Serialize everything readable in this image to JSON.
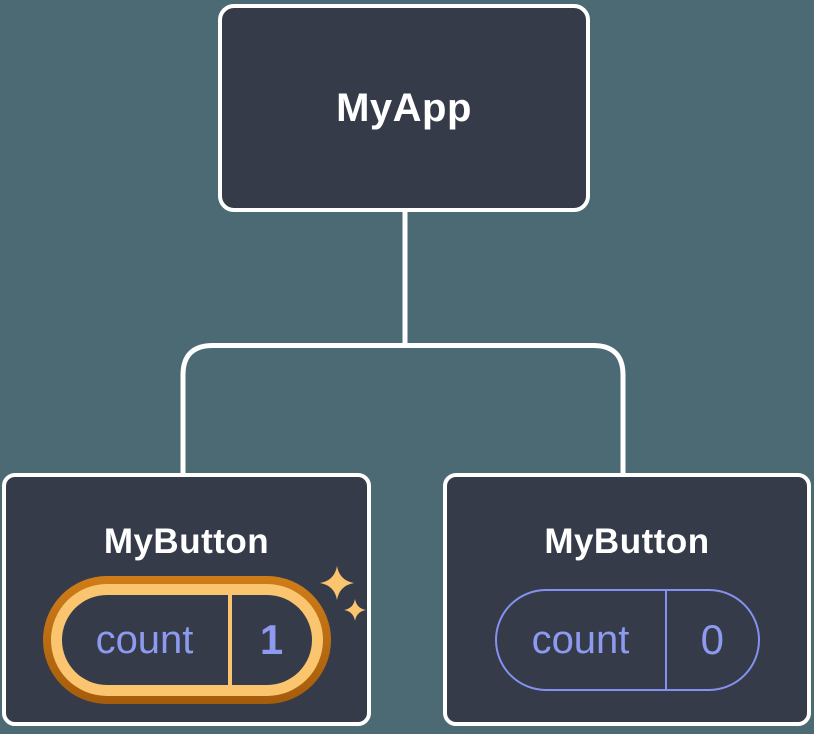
{
  "diagram": {
    "title_hint": "React component tree with state",
    "root": {
      "label": "MyApp"
    },
    "children": [
      {
        "label": "MyButton",
        "state_key": "count",
        "state_value": "1",
        "highlighted": true
      },
      {
        "label": "MyButton",
        "state_key": "count",
        "state_value": "0",
        "highlighted": false
      }
    ]
  },
  "icons": [
    {
      "name": "sparkles-icon",
      "meaning": "state just updated"
    }
  ],
  "colors": {
    "background": "#4b6a73",
    "node_fill": "#353b48",
    "node_border": "#ffffff",
    "connector": "#ffffff",
    "state_text": "#8d9af0",
    "state_border": "#8491f0",
    "highlight_outer_top": "#cf7d18",
    "highlight_outer_bottom": "#a55c0b",
    "highlight_inner": "#fbc46e",
    "sparkle": "#fbc46e"
  }
}
